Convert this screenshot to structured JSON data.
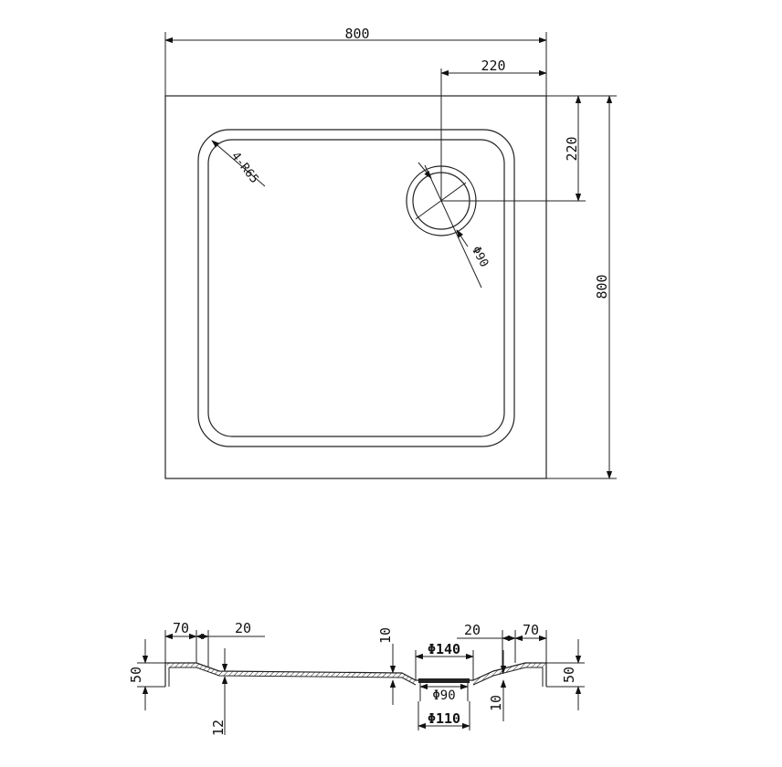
{
  "plan_view": {
    "width_label": "800",
    "height_label": "800",
    "drain_offset_x_label": "220",
    "drain_offset_y_label": "220",
    "corner_radius_label": "4-R65",
    "drain_diameter_label": "Φ90"
  },
  "section_view": {
    "rim_left_label": "70",
    "slope_left_label": "20",
    "rim_right_label": "70",
    "slope_right_label": "20",
    "height_left_label": "50",
    "height_right_label": "50",
    "base_thickness_label": "12",
    "drain_depth_top_label": "10",
    "drain_depth_bottom_label": "10",
    "drain_outer_label": "Φ140",
    "drain_inner_label": "Φ90",
    "drain_pipe_label": "Φ110"
  }
}
